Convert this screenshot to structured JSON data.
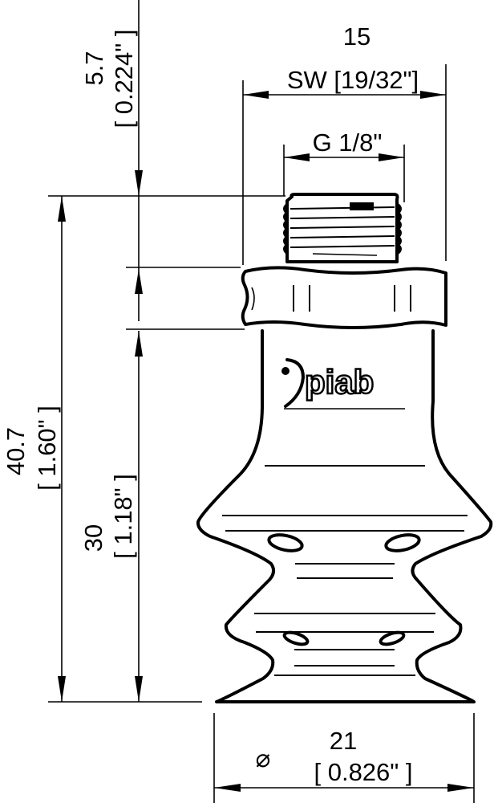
{
  "drawing": {
    "title": "Suction cup 2.5 bellows dimension drawing",
    "brand_logo": "piab",
    "colors": {
      "line": "#000000",
      "background": "#ffffff"
    },
    "dimensions": {
      "wrench_size": {
        "mm": "15",
        "label": "SW [19/32\"]"
      },
      "thread": {
        "label": "G 1/8\""
      },
      "top_height": {
        "mm": "5.7",
        "inch": "[ 0.224\" ]"
      },
      "total_height": {
        "mm": "40.7",
        "inch": "[ 1.60\" ]"
      },
      "cup_height": {
        "mm": "30",
        "inch": "[ 1.18\" ]"
      },
      "diameter": {
        "symbol": "⌀",
        "mm": "21",
        "inch": "[ 0.826\" ]"
      }
    }
  }
}
